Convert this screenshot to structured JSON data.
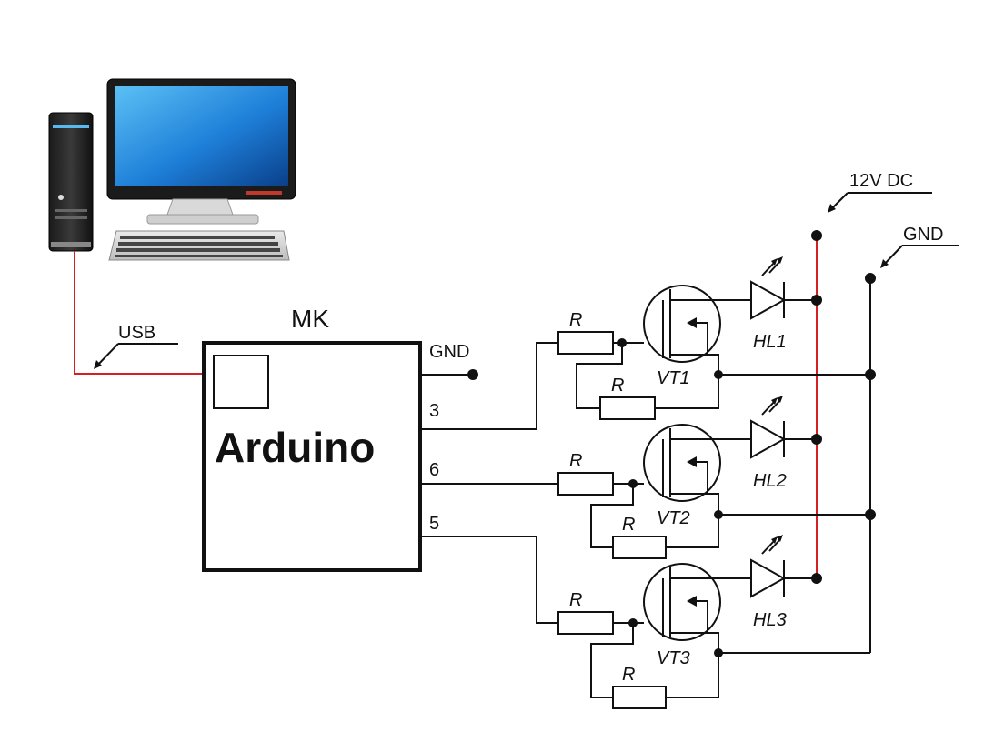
{
  "labels": {
    "usb": "USB",
    "mk": "MK",
    "arduino": "Arduino",
    "gnd_arduino": "GND",
    "pin_3": "3",
    "pin_6": "6",
    "pin_5": "5",
    "supply": "12V DC",
    "gnd_rail": "GND",
    "resistor": "R",
    "vt1": "VT1",
    "vt2": "VT2",
    "vt3": "VT3",
    "hl1": "HL1",
    "hl2": "HL2",
    "hl3": "HL3"
  },
  "colors": {
    "wire": "#111111",
    "supply_wire": "#d42020",
    "usb_wire": "#d42020",
    "monitor_screen": "#1e7fd8"
  },
  "icons": {
    "computer": "desktop-computer-icon"
  }
}
